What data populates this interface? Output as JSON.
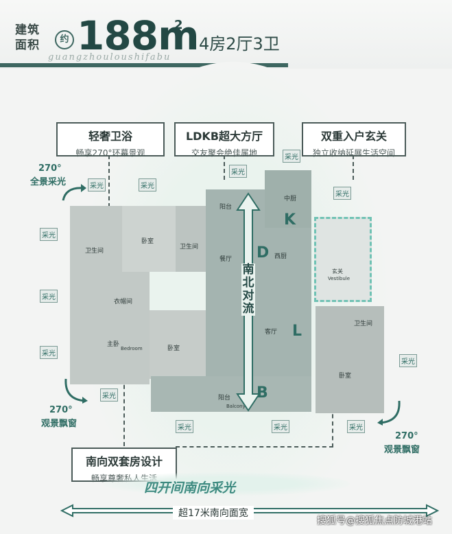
{
  "header": {
    "area_label_line1": "建筑",
    "area_label_line2": "面积",
    "approx": "约",
    "area_value": "188m",
    "area_sup": "2",
    "layout": "4房2厅3卫",
    "signature": "guangzhouloushifabu"
  },
  "callouts": [
    {
      "title": "轻奢卫浴",
      "subtitle": "畅享270°环幕景观"
    },
    {
      "title": "LDKB超大方厅",
      "subtitle": "交友聚会绝佳属地"
    },
    {
      "title": "双重入户玄关",
      "subtitle": "独立收纳延展生活空间"
    },
    {
      "title": "南向双套房设计",
      "subtitle": "畅享尊奢私人生活"
    }
  ],
  "side_notes": {
    "left_top_line1": "270°",
    "left_top_line2": "全景采光",
    "left_bottom_line1": "270°",
    "left_bottom_line2": "观景飘窗",
    "right_bottom_line1": "270°",
    "right_bottom_line2": "观景飘窗"
  },
  "sun_label": "采光",
  "rooms": {
    "bath1": "卫生间",
    "bedroom1": "卧室",
    "bath2": "卫生间",
    "balcony_top": "阳台",
    "kitchen": "中厨",
    "dining": "餐厅",
    "west_kitchen": "西厨",
    "closet": "衣帽间",
    "master": "主卧",
    "bedroom2": "卧室",
    "living": "客厅",
    "balcony_bottom": "阳台",
    "balcony_en": "Balcony",
    "vestibule": "玄关",
    "vestibule_en": "Vestibule",
    "bath3": "卫生间",
    "bedroom3": "卧室",
    "master_en": "Bedroom"
  },
  "zones": {
    "k": "K",
    "d": "D",
    "l": "L",
    "b": "B"
  },
  "flow": [
    "南",
    "北",
    "对",
    "流"
  ],
  "banner": "四开间南向采光",
  "width_text": "超17米南向面宽",
  "watermark": "搜狐号@搜狐焦点防城港站",
  "colors": {
    "accent": "#2f6d64",
    "dark": "#234844"
  }
}
